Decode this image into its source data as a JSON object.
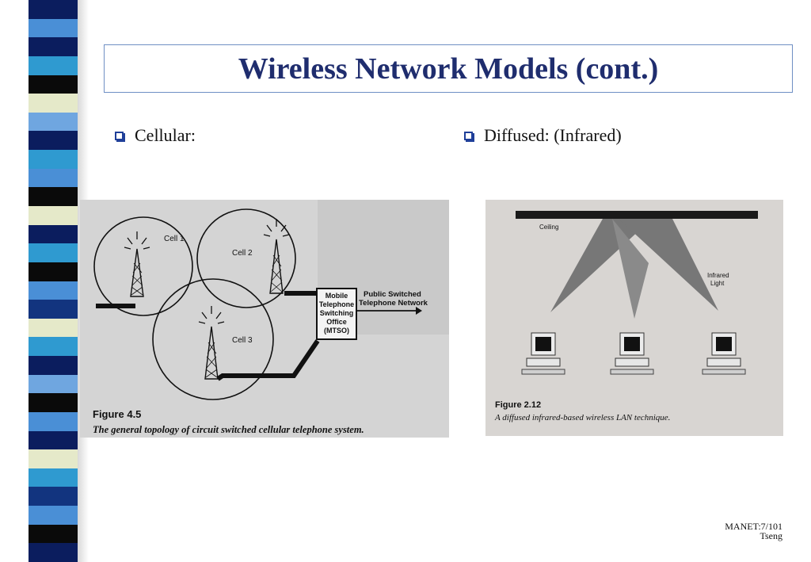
{
  "slide": {
    "title": "Wireless Network Models (cont.)",
    "bullets": [
      "Cellular:",
      "Diffused: (Infrared)"
    ]
  },
  "figure_cellular": {
    "cell_labels": [
      "Cell 1",
      "Cell 2",
      "Cell 3"
    ],
    "mtso_label": [
      "Mobile",
      "Telephone",
      "Switching",
      "Office",
      "(MTSO)"
    ],
    "pstn_label": [
      "Public Switched",
      "Telephone Network"
    ],
    "caption_number": "Figure 4.5",
    "caption_text": "The general topology of circuit switched cellular telephone system."
  },
  "figure_diffused": {
    "ceiling_label": "Ceiling",
    "infrared_label": [
      "Infrared",
      "Light"
    ],
    "caption_number": "Figure 2.12",
    "caption_text": "A diffused infrared-based wireless LAN technique."
  },
  "footer": {
    "line1": "MANET:7/101",
    "line2": "Tseng"
  },
  "colors": {
    "title": "#1f2d6e",
    "title_border": "#6f8fc4",
    "bullet": "#1f3f99",
    "stripe_palette": [
      "#0b1d5e",
      "#4a8fd6",
      "#e5e9c9",
      "#0a0a0a",
      "#2f9ad0",
      "#6fa6e0",
      "#12347f"
    ]
  }
}
